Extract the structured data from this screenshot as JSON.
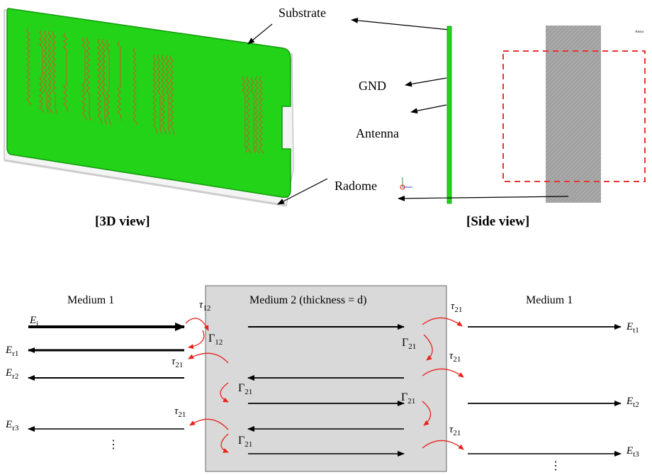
{
  "top": {
    "substrate_label": "Substrate",
    "gnd_label": "GND",
    "antenna_label": "Antenna",
    "radome_label": "Radome",
    "view_3d_caption": "[3D view]",
    "side_view_caption": "[Side view]",
    "tiny_axis_text": "Ansys",
    "colors": {
      "board": "#22d318",
      "board_edge": "#119a0b",
      "traces": "#c2602a",
      "radome_column": "#a5a5a5",
      "dashed_box": "#e8332f"
    }
  },
  "bottom": {
    "medium1_left": "Medium 1",
    "medium2": "Medium 2 (thickness = d)",
    "medium1_right": "Medium 1",
    "symbols": {
      "Ei": {
        "base": "E",
        "sub": "i"
      },
      "Er1": {
        "base": "E",
        "sub": "r1"
      },
      "Er2": {
        "base": "E",
        "sub": "r2"
      },
      "Er3": {
        "base": "E",
        "sub": "r3"
      },
      "Et1": {
        "base": "E",
        "sub": "t1"
      },
      "Et2": {
        "base": "E",
        "sub": "t2"
      },
      "Et3": {
        "base": "E",
        "sub": "t3"
      },
      "tau12": {
        "base": "τ",
        "sub": "12"
      },
      "tau21": {
        "base": "τ",
        "sub": "21"
      },
      "gamma12": {
        "base": "Γ",
        "sub": "12"
      },
      "gamma21": {
        "base": "Γ",
        "sub": "21"
      }
    },
    "ellipsis": "⋮",
    "colors": {
      "box_fill": "#d9d9d9",
      "box_stroke": "#7f7f7f",
      "curve": "#e8221c"
    }
  }
}
